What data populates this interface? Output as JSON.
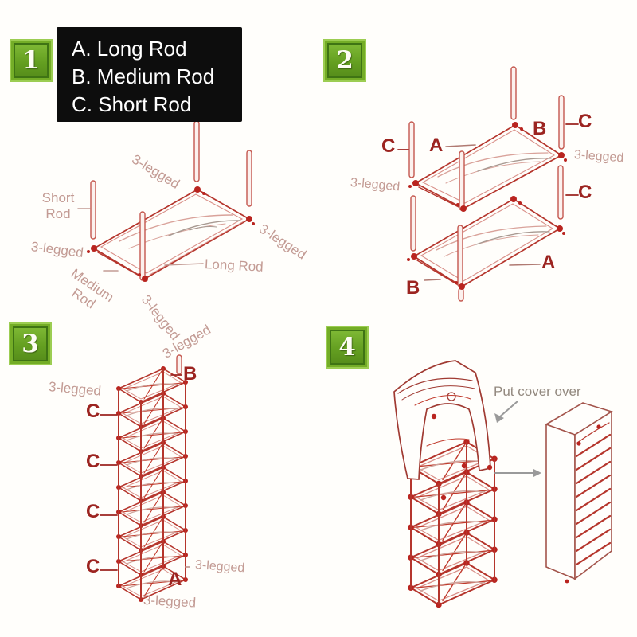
{
  "legend": {
    "lines": [
      "A. Long Rod",
      "B. Medium Rod",
      "C. Short Rod"
    ]
  },
  "steps": [
    {
      "number": "1",
      "labels": {
        "legged_top": "3-legged",
        "short_rod": "Short Rod",
        "legged_left": "3-legged",
        "medium_rod": "Medium Rod",
        "long_rod": "Long Rod",
        "legged_bottom": "3-legged",
        "legged_right": "3-legged"
      }
    },
    {
      "number": "2",
      "labels": {
        "c_left": "C",
        "a_top": "A",
        "b_top": "B",
        "c_top": "C",
        "legged_right": "3-legged",
        "c_right": "C",
        "legged_left": "3-legged",
        "a_bottom": "A",
        "b_bottom": "B"
      }
    },
    {
      "number": "3",
      "labels": {
        "legged_top": "3-legged",
        "legged_upper_left": "3-legged",
        "b": "B",
        "c1": "C",
        "c2": "C",
        "c3": "C",
        "c4": "C",
        "a": "A",
        "legged_right": "3-legged",
        "legged_bottom": "3-legged"
      }
    },
    {
      "number": "4",
      "labels": {
        "put_cover_over": "Put cover over"
      }
    }
  ],
  "colors": {
    "badge_green": "#649f21",
    "frame_red": "#b5352c",
    "label_pink": "#c39b94",
    "letter_red": "#9c2420",
    "legend_bg": "#0d0d0d",
    "gray": "#93897f"
  }
}
